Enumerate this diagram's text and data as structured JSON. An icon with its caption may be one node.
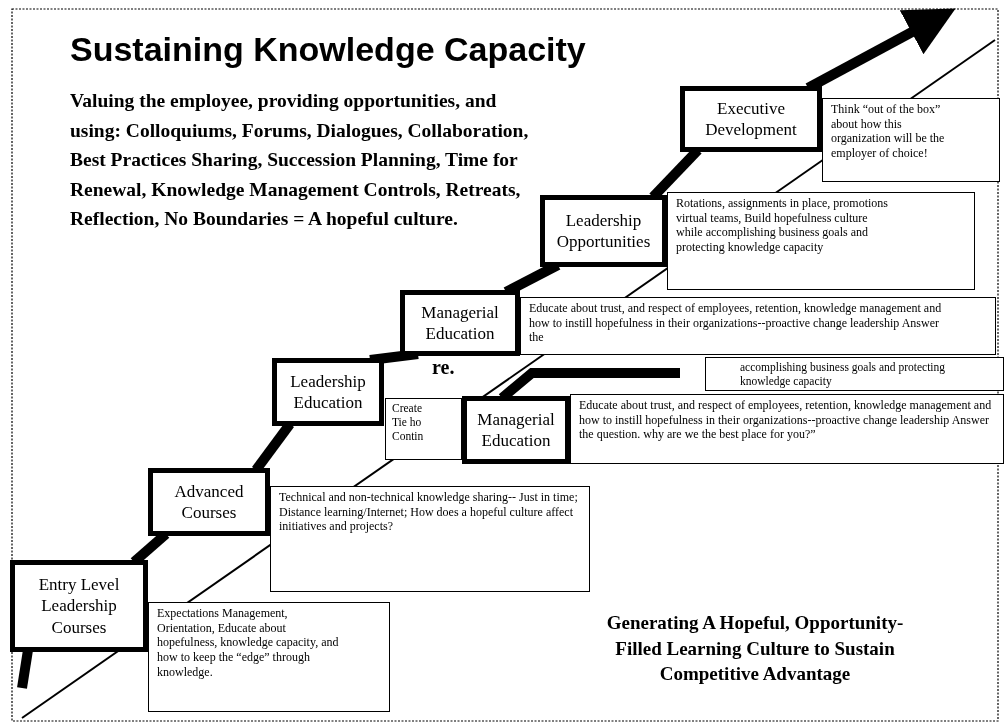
{
  "diagram": {
    "title": "Sustaining Knowledge Capacity",
    "caption": "Generating A Hopeful, Opportunity-Filled Learning Culture to Sustain Competitive Advantage",
    "nodes": [
      {
        "text": [
          "Entry Level Leadership Courses"
        ]
      },
      {
        "text": [
          "Expectations Management, Orientation, Educate about hopefulness, knowledge capacity, and how to keep the “edge” through knowledge."
        ]
      },
      {
        "text": [
          "Advanced Courses"
        ]
      },
      {
        "text": [
          "Technical and non-technical knowledge sharing-- Just in time; Distance learning/Internet; How does a hopeful culture affect initiatives and projects?"
        ]
      },
      {
        "text": [
          "Leadership Education"
        ]
      },
      {
        "text": [
          "Create",
          "Tie ho",
          "Contin"
        ]
      },
      {
        "text": [
          "Managerial Education"
        ]
      },
      {
        "text": [
          "Educate about trust, and respect of employees, retention, knowledge management and how to instill hopefulness in their organizations--proactive change leadership Answer the question. why are we the best place for you?”"
        ]
      },
      {
        "text": [
          "Managerial Education"
        ]
      },
      {
        "text": [
          "Educate about trust, and respect of employees, retention, knowledge management and how to instill hopefulness in their organizations--proactive change leadership Answer the"
        ]
      },
      {
        "text": [
          "accomplishing business goals and protecting knowledge capacity"
        ]
      },
      {
        "text": [
          "Leadership Opportunities"
        ]
      },
      {
        "text": [
          "Rotations, assignments in place, promotions virtual teams, Build hopefulness culture while accomplishing business goals and protecting knowledge capacity"
        ]
      },
      {
        "text": [
          "Executive Development"
        ]
      },
      {
        "text": [
          "Think “out of the box” about how this organization will be the employer of choice!"
        ]
      }
    ],
    "edges": [
      {
        "from": null,
        "to": 0,
        "arrow": "none"
      },
      {
        "from": 0,
        "to": 2,
        "arrow": "none"
      },
      {
        "from": 2,
        "to": 4,
        "arrow": "none"
      },
      {
        "from": 4,
        "to": 8,
        "arrow": "none"
      },
      {
        "from": 8,
        "to": 11,
        "arrow": "none"
      },
      {
        "from": 11,
        "to": 13,
        "arrow": "none"
      },
      {
        "from": 13,
        "to": null,
        "arrow": "to"
      },
      {
        "from": 6,
        "to": null,
        "arrow": "none"
      }
    ],
    "labels": [
      "Valuing the employee, providing opportunities, and using: Colloquiums, Forums, Dialogues, Collaboration, Best Practices Sharing, Succession Planning, Time for Renewal, Knowledge Management Controls, Retreats, Reflection, No Boundaries = A hopeful culture.",
      "re."
    ]
  }
}
